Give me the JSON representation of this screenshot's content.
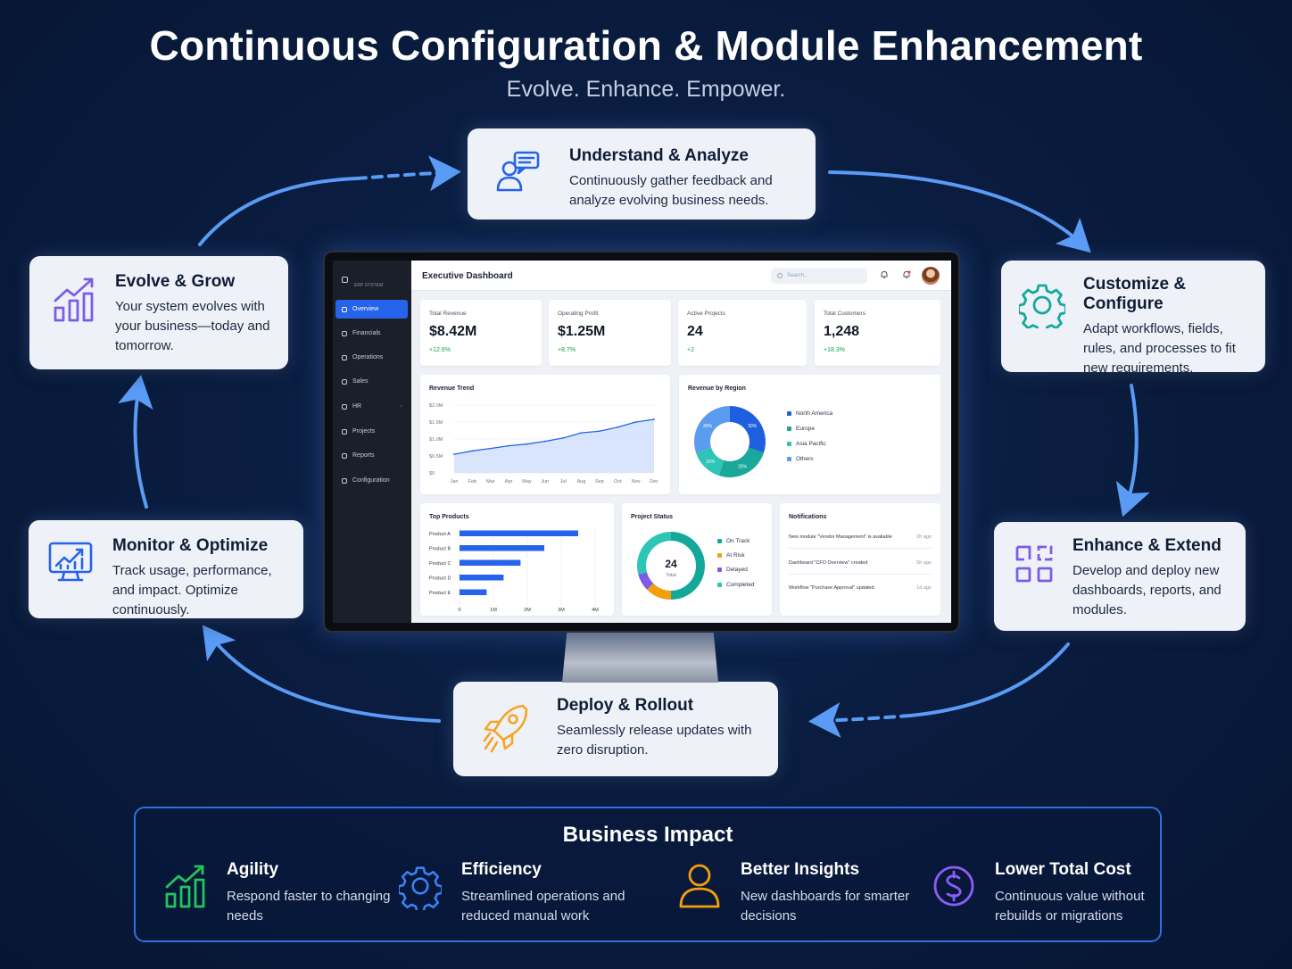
{
  "header": {
    "title": "Continuous Configuration & Module Enhancement",
    "subtitle": "Evolve. Enhance. Empower."
  },
  "stages": [
    {
      "title": "Understand & Analyze",
      "text": "Continuously gather feedback and analyze evolving business needs.",
      "icon": "user-feedback-icon",
      "color": "#2563eb"
    },
    {
      "title": "Customize & Configure",
      "text": "Adapt workflows, fields, rules, and processes to fit new requirements.",
      "icon": "gear-icon",
      "color": "#14a89b"
    },
    {
      "title": "Enhance & Extend",
      "text": "Develop and deploy new dashboards, reports, and modules.",
      "icon": "modules-grid-icon",
      "color": "#7c5ce6"
    },
    {
      "title": "Deploy & Rollout",
      "text": "Seamlessly release updates with zero disruption.",
      "icon": "rocket-icon",
      "color": "#f5a524"
    },
    {
      "title": "Monitor & Optimize",
      "text": "Track usage, performance, and impact. Optimize continuously.",
      "icon": "monitor-chart-icon",
      "color": "#2563eb"
    },
    {
      "title": "Evolve & Grow",
      "text": "Your system evolves with your business—today and tomorrow.",
      "icon": "growth-chart-icon",
      "color": "#7c5ce6"
    }
  ],
  "dashboard": {
    "title": "Executive Dashboard",
    "search_placeholder": "Search...",
    "nav": [
      {
        "label": "Overview",
        "active": true
      },
      {
        "label": "Financials",
        "active": false
      },
      {
        "label": "Operations",
        "active": false
      },
      {
        "label": "Sales",
        "active": false
      },
      {
        "label": "HR",
        "active": false
      },
      {
        "label": "Projects",
        "active": false
      },
      {
        "label": "Reports",
        "active": false
      },
      {
        "label": "Configuration",
        "active": false
      }
    ],
    "kpis": [
      {
        "label": "Total Revenue",
        "value": "$8.42M",
        "change": "+12.6%"
      },
      {
        "label": "Operating Profit",
        "value": "$1.25M",
        "change": "+8.7%"
      },
      {
        "label": "Active Projects",
        "value": "24",
        "change": "+2"
      },
      {
        "label": "Total Customers",
        "value": "1,248",
        "change": "+18.3%"
      }
    ],
    "revenue_trend": {
      "title": "Revenue Trend",
      "y_ticks": [
        "$2.0M",
        "$1.5M",
        "$1.0M",
        "$0.5M",
        "$0"
      ],
      "months": [
        "Jan",
        "Feb",
        "Mar",
        "Apr",
        "May",
        "Jun",
        "Jul",
        "Aug",
        "Sep",
        "Oct",
        "Nov",
        "Dec"
      ]
    },
    "revenue_region": {
      "title": "Revenue by Region",
      "legend": [
        "North America",
        "Europe",
        "Asia Pacific",
        "Others"
      ],
      "labels": [
        "30%",
        "25%",
        "15%",
        "30%"
      ],
      "colors": [
        "#1e5fe0",
        "#19a89a",
        "#2ec4b6",
        "#5b9bf0"
      ]
    },
    "top_products": {
      "title": "Top Products",
      "products": [
        "Product A",
        "Product B",
        "Product C",
        "Product D",
        "Product E"
      ],
      "x_ticks": [
        "0",
        "1M",
        "2M",
        "3M",
        "4M"
      ]
    },
    "project_status": {
      "title": "Project Status",
      "total": "24",
      "total_label": "Total",
      "legend": [
        "On Track",
        "At Risk",
        "Delayed",
        "Completed"
      ],
      "colors": [
        "#14a89b",
        "#f59e0b",
        "#7c5ce6",
        "#2ec4b6"
      ]
    },
    "notifications": {
      "title": "Notifications",
      "items": [
        {
          "text": "New module \"Vendor Management\" is available",
          "time": "2h ago"
        },
        {
          "text": "Dashboard \"CFO Overview\" created",
          "time": "5h ago"
        },
        {
          "text": "Workflow \"Purchase Approval\" updated",
          "time": "1d ago"
        }
      ]
    }
  },
  "impact": {
    "title": "Business Impact",
    "items": [
      {
        "title": "Agility",
        "text": "Respond faster to changing needs",
        "icon": "bar-growth-icon",
        "color": "#22c55e"
      },
      {
        "title": "Efficiency",
        "text": "Streamlined operations and reduced manual work",
        "icon": "gear-icon",
        "color": "#3b82f6"
      },
      {
        "title": "Better Insights",
        "text": "New dashboards for smarter decisions",
        "icon": "user-icon",
        "color": "#f59e0b"
      },
      {
        "title": "Lower Total Cost",
        "text": "Continuous value without rebuilds or migrations",
        "icon": "dollar-icon",
        "color": "#8b5cf6"
      }
    ]
  },
  "chart_data": [
    {
      "type": "line",
      "title": "Revenue Trend",
      "x": [
        "Jan",
        "Feb",
        "Mar",
        "Apr",
        "May",
        "Jun",
        "Jul",
        "Aug",
        "Sep",
        "Oct",
        "Nov",
        "Dec"
      ],
      "y": [
        0.55,
        0.65,
        0.72,
        0.8,
        0.85,
        0.93,
        1.03,
        1.18,
        1.23,
        1.35,
        1.5,
        1.58
      ],
      "ylim": [
        0,
        2.0
      ],
      "y_unit": "$M"
    },
    {
      "type": "pie",
      "title": "Revenue by Region",
      "categories": [
        "North America",
        "Europe",
        "Asia Pacific",
        "Others"
      ],
      "values": [
        30,
        25,
        15,
        30
      ]
    },
    {
      "type": "bar",
      "title": "Top Products",
      "categories": [
        "Product A",
        "Product B",
        "Product C",
        "Product D",
        "Product E"
      ],
      "values": [
        3.5,
        2.5,
        1.8,
        1.3,
        0.8
      ],
      "xlim": [
        0,
        4
      ]
    },
    {
      "type": "pie",
      "title": "Project Status",
      "categories": [
        "On Track",
        "At Risk",
        "Delayed",
        "Completed"
      ],
      "values": [
        12,
        3,
        2,
        7
      ]
    }
  ]
}
